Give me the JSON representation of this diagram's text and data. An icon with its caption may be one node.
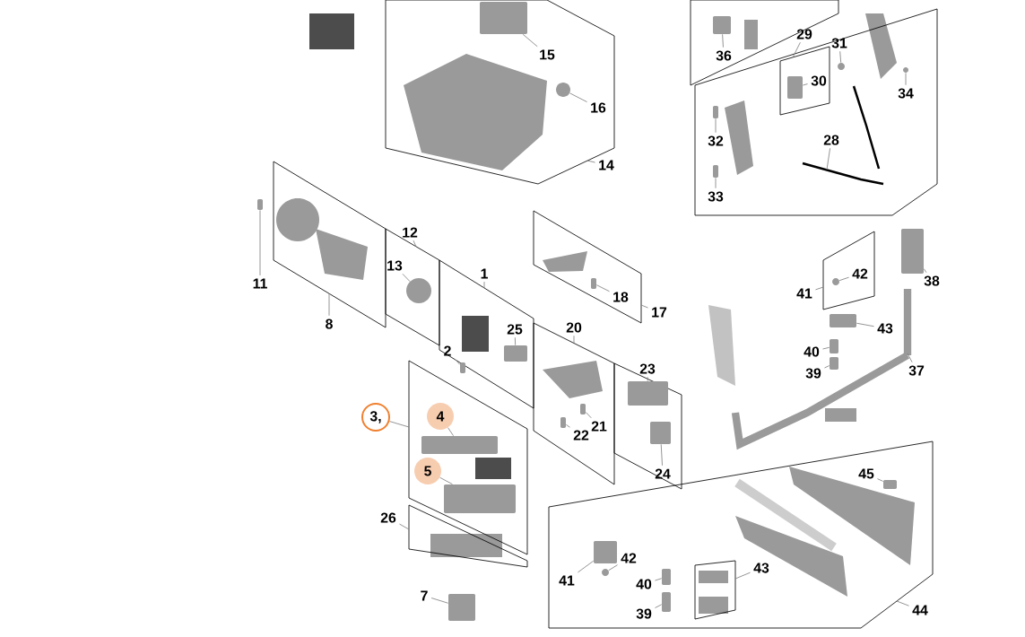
{
  "diagram": {
    "nodes": [
      {
        "text": [],
        "shape": "box"
      },
      {
        "text": [],
        "shape": "box"
      },
      {
        "text": [],
        "shape": "box"
      },
      {
        "text": [],
        "shape": "box",
        "in": 2
      },
      {
        "text": [],
        "shape": "box"
      },
      {
        "text": [],
        "shape": "box"
      },
      {
        "text": [],
        "shape": "box"
      },
      {
        "text": [],
        "shape": "box"
      },
      {
        "text": [],
        "shape": "box"
      },
      {
        "text": [],
        "shape": "box"
      },
      {
        "text": [],
        "shape": "box"
      },
      {
        "text": [],
        "shape": "box"
      },
      {
        "text": [],
        "shape": "box"
      },
      {
        "text": [],
        "shape": "box"
      },
      {
        "text": [],
        "shape": "box",
        "in": 12
      },
      {
        "text": [
          "15"
        ],
        "in": 0
      },
      {
        "text": [
          "16"
        ],
        "in": 0
      },
      {
        "text": [
          "14"
        ]
      },
      {
        "text": [
          "36"
        ],
        "in": 1
      },
      {
        "text": [
          "29"
        ]
      },
      {
        "text": [
          "31"
        ],
        "in": 2
      },
      {
        "text": [
          "30"
        ],
        "in": 3
      },
      {
        "text": [
          "34"
        ],
        "in": 2
      },
      {
        "text": [
          "32"
        ],
        "in": 2
      },
      {
        "text": [
          "28"
        ],
        "in": 2
      },
      {
        "text": [
          "33"
        ],
        "in": 2
      },
      {
        "text": [
          "11"
        ]
      },
      {
        "text": [
          "12"
        ]
      },
      {
        "text": [
          "13"
        ],
        "in": 5
      },
      {
        "text": [
          "1"
        ]
      },
      {
        "text": [
          "8"
        ]
      },
      {
        "text": [
          "25"
        ],
        "in": 6
      },
      {
        "text": [
          "2"
        ],
        "in": 6
      },
      {
        "text": [
          "18"
        ],
        "in": 7
      },
      {
        "text": [
          "17"
        ]
      },
      {
        "text": [
          "41"
        ]
      },
      {
        "text": [
          "42"
        ],
        "in": 13
      },
      {
        "text": [
          "38"
        ]
      },
      {
        "text": [
          "43"
        ]
      },
      {
        "text": [
          "40"
        ]
      },
      {
        "text": [
          "39"
        ]
      },
      {
        "text": [
          "37"
        ]
      },
      {
        "text": [
          "20"
        ]
      },
      {
        "text": [
          "23"
        ]
      },
      {
        "text": [
          "3,"
        ]
      },
      {
        "text": [
          "4"
        ],
        "in": 10
      },
      {
        "text": [
          "5"
        ],
        "in": 10
      },
      {
        "text": [
          "21"
        ],
        "in": 8
      },
      {
        "text": [
          "22"
        ],
        "in": 8
      },
      {
        "text": [
          "24"
        ],
        "in": 9
      },
      {
        "text": [
          "26"
        ]
      },
      {
        "text": [
          "45"
        ],
        "in": 12
      },
      {
        "text": [
          "7"
        ]
      },
      {
        "text": [
          "41"
        ],
        "in": 12
      },
      {
        "text": [
          "42"
        ],
        "in": 12
      },
      {
        "text": [
          "40"
        ],
        "in": 12
      },
      {
        "text": [
          "43"
        ],
        "in": 12
      },
      {
        "text": [
          "39"
        ],
        "in": 12
      },
      {
        "text": [
          "44"
        ]
      },
      {
        "text": [],
        "shape": "box",
        "in": 0
      },
      {
        "text": [],
        "shape": "circle",
        "in": 0
      },
      {
        "text": [],
        "shape": "box",
        "in": 1
      },
      {
        "text": [],
        "shape": "circle",
        "in": 2
      },
      {
        "text": [],
        "shape": "box",
        "in": 3
      },
      {
        "text": [],
        "shape": "circle",
        "in": 2
      },
      {
        "text": [],
        "shape": "box",
        "in": 2
      },
      {
        "text": [],
        "shape": "picture",
        "in": 2
      },
      {
        "text": [],
        "shape": "box",
        "in": 2
      },
      {
        "text": [],
        "shape": "box"
      },
      {
        "text": [],
        "shape": "circle",
        "in": 5
      },
      {
        "text": [],
        "shape": "box",
        "in": 6
      },
      {
        "text": [],
        "shape": "box",
        "in": 6
      },
      {
        "text": [],
        "shape": "box",
        "in": 7
      },
      {
        "text": [],
        "shape": "circle",
        "in": 13
      },
      {
        "text": [],
        "shape": "box"
      },
      {
        "text": [],
        "shape": "box"
      },
      {
        "text": [],
        "shape": "box"
      },
      {
        "text": [],
        "shape": "box"
      },
      {
        "text": [],
        "shape": "picture"
      },
      {
        "text": [],
        "shape": "box",
        "in": 9
      },
      {
        "text": [],
        "shape": "box",
        "in": 10
      },
      {
        "text": [],
        "shape": "box",
        "in": 10
      },
      {
        "text": [],
        "shape": "box",
        "in": 8
      },
      {
        "text": [],
        "shape": "box",
        "in": 8
      },
      {
        "text": [],
        "shape": "box",
        "in": 9
      },
      {
        "text": [],
        "shape": "box",
        "in": 12
      },
      {
        "text": [],
        "shape": "box"
      },
      {
        "text": [],
        "shape": "box",
        "in": 12
      },
      {
        "text": [],
        "shape": "circle",
        "in": 12
      },
      {
        "text": [],
        "shape": "box",
        "in": 12
      },
      {
        "text": [],
        "shape": "box",
        "in": 12
      }
    ],
    "edges": [
      {
        "from": 15,
        "to": 59,
        "arrow": "none"
      },
      {
        "from": 16,
        "to": 60,
        "arrow": "none"
      },
      {
        "from": 17,
        "to": 0,
        "arrow": "none"
      },
      {
        "from": 18,
        "to": 61,
        "arrow": "none"
      },
      {
        "from": 19,
        "to": 3,
        "arrow": "none"
      },
      {
        "from": 20,
        "to": 62,
        "arrow": "none"
      },
      {
        "from": 21,
        "to": 63,
        "arrow": "none"
      },
      {
        "from": 22,
        "to": 64,
        "arrow": "none"
      },
      {
        "from": 23,
        "to": 65,
        "arrow": "none"
      },
      {
        "from": 24,
        "to": 66,
        "arrow": "none"
      },
      {
        "from": 25,
        "to": 67,
        "arrow": "none"
      },
      {
        "from": 26,
        "to": 68,
        "arrow": "none"
      },
      {
        "from": 27,
        "to": 5,
        "arrow": "none"
      },
      {
        "from": 28,
        "to": 69,
        "arrow": "none"
      },
      {
        "from": 29,
        "to": 6,
        "arrow": "none"
      },
      {
        "from": 30,
        "to": 4,
        "arrow": "none"
      },
      {
        "from": 31,
        "to": 70,
        "arrow": "none"
      },
      {
        "from": 32,
        "to": 71,
        "arrow": "none"
      },
      {
        "from": 33,
        "to": 72,
        "arrow": "none"
      },
      {
        "from": 34,
        "to": 7,
        "arrow": "none"
      },
      {
        "from": 35,
        "to": 13,
        "arrow": "none"
      },
      {
        "from": 36,
        "to": 73,
        "arrow": "none"
      },
      {
        "from": 37,
        "to": 74,
        "arrow": "none"
      },
      {
        "from": 38,
        "to": 75,
        "arrow": "none"
      },
      {
        "from": 39,
        "to": 76,
        "arrow": "none"
      },
      {
        "from": 40,
        "to": 77,
        "arrow": "none"
      },
      {
        "from": 41,
        "to": 78,
        "arrow": "none"
      },
      {
        "from": 42,
        "to": 8,
        "arrow": "none"
      },
      {
        "from": 43,
        "to": 79,
        "arrow": "none"
      },
      {
        "from": 44,
        "to": 10,
        "arrow": "none"
      },
      {
        "from": 45,
        "to": 80,
        "arrow": "none"
      },
      {
        "from": 46,
        "to": 81,
        "arrow": "none"
      },
      {
        "from": 47,
        "to": 82,
        "arrow": "none"
      },
      {
        "from": 48,
        "to": 83,
        "arrow": "none"
      },
      {
        "from": 49,
        "to": 84,
        "arrow": "none"
      },
      {
        "from": 50,
        "to": 11,
        "arrow": "none"
      },
      {
        "from": 51,
        "to": 85,
        "arrow": "none"
      },
      {
        "from": 52,
        "to": 86,
        "arrow": "none"
      },
      {
        "from": 53,
        "to": 87,
        "arrow": "none"
      },
      {
        "from": 54,
        "to": 88,
        "arrow": "none"
      },
      {
        "from": 55,
        "to": 89,
        "arrow": "none"
      },
      {
        "from": 56,
        "to": 14,
        "arrow": "none"
      },
      {
        "from": 57,
        "to": 90,
        "arrow": "none"
      },
      {
        "from": 58,
        "to": 12,
        "arrow": "none"
      }
    ]
  }
}
